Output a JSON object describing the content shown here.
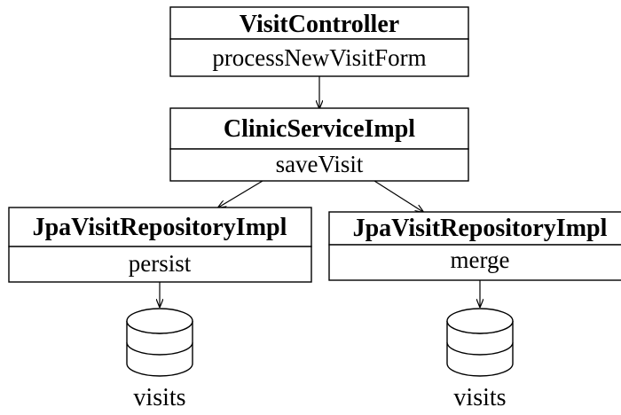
{
  "classes": [
    {
      "name": "VisitController",
      "method": "processNewVisitForm"
    },
    {
      "name": "ClinicServiceImpl",
      "method": "saveVisit"
    },
    {
      "name": "JpaVisitRepositoryImpl",
      "method": "persist"
    },
    {
      "name": "JpaVisitRepositoryImpl",
      "method": "merge"
    }
  ],
  "databases": [
    {
      "label": "visits"
    },
    {
      "label": "visits"
    }
  ]
}
